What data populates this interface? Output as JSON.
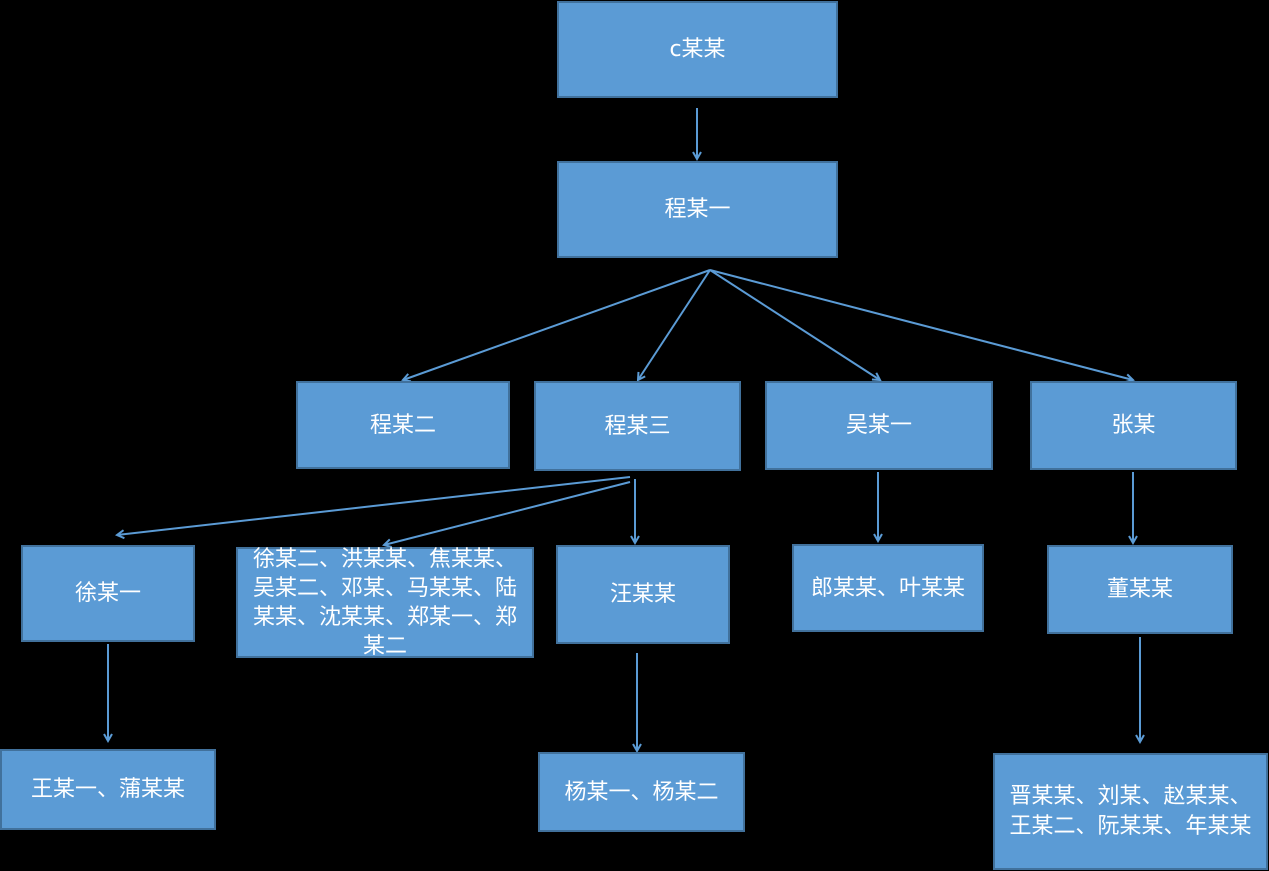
{
  "colors": {
    "background": "#000000",
    "node_fill": "#5b9bd5",
    "node_border": "#41719c",
    "connector": "#5b9bd5",
    "text": "#ffffff"
  },
  "nodes": {
    "root": "c某某",
    "cheng1": "程某一",
    "cheng2": "程某二",
    "cheng3": "程某三",
    "wu1": "吴某一",
    "zhang": "张某",
    "xu1": "徐某一",
    "group": "徐某二、洪某某、焦某某、吴某二、邓某、马某某、陆某某、沈某某、郑某一、郑某二",
    "wang": "汪某某",
    "lang": "郎某某、叶某某",
    "dong": "董某某",
    "wangpu": "王某一、蒲某某",
    "yang": "杨某一、杨某二",
    "jin": "晋某某、刘某、赵某某、王某二、阮某某、年某某"
  }
}
